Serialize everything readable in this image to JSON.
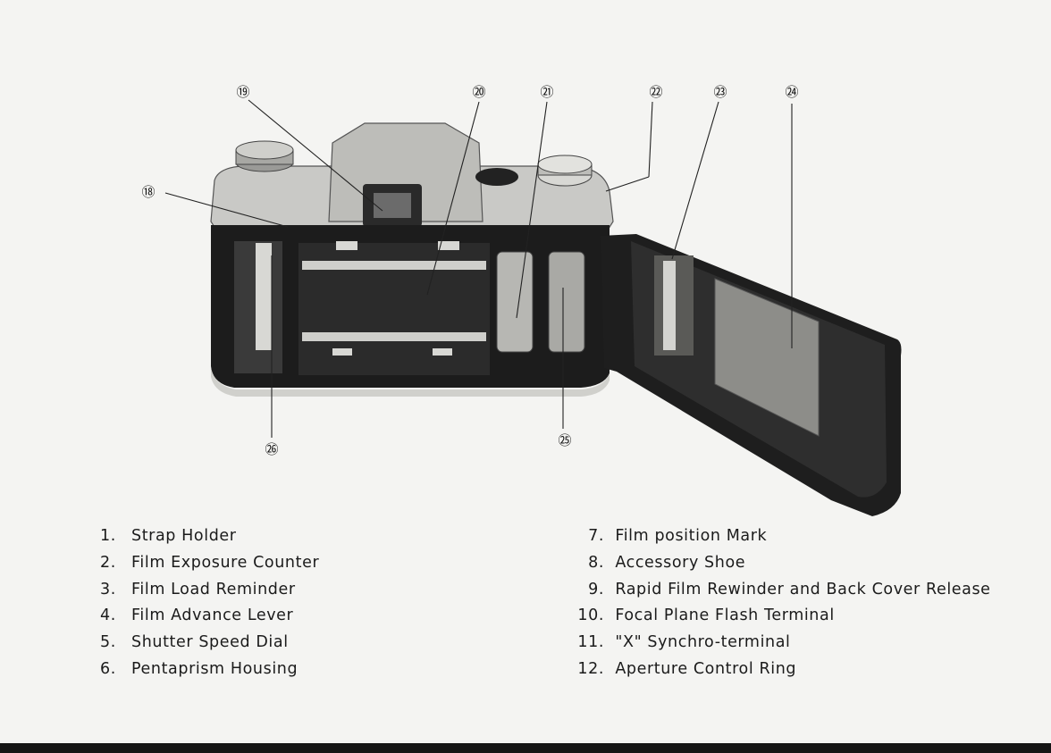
{
  "figure": {
    "callouts": [
      "⑱",
      "⑲",
      "⑳",
      "㉑",
      "㉒",
      "㉓",
      "㉔",
      "㉕",
      "㉖"
    ]
  },
  "parts_list": {
    "left": [
      {
        "num": "1.",
        "label": "Strap Holder"
      },
      {
        "num": "2.",
        "label": "Film Exposure Counter"
      },
      {
        "num": "3.",
        "label": "Film Load Reminder"
      },
      {
        "num": "4.",
        "label": "Film Advance Lever"
      },
      {
        "num": "5.",
        "label": "Shutter Speed Dial"
      },
      {
        "num": "6.",
        "label": "Pentaprism Housing"
      }
    ],
    "right": [
      {
        "num": "7.",
        "label": "Film position Mark"
      },
      {
        "num": "8.",
        "label": "Accessory Shoe"
      },
      {
        "num": "9.",
        "label": "Rapid Film Rewinder and Back Cover Release"
      },
      {
        "num": "10.",
        "label": "Focal Plane Flash Terminal"
      },
      {
        "num": "11.",
        "label": "\"X\" Synchro-terminal"
      },
      {
        "num": "12.",
        "label": "Aperture Control Ring"
      }
    ]
  }
}
